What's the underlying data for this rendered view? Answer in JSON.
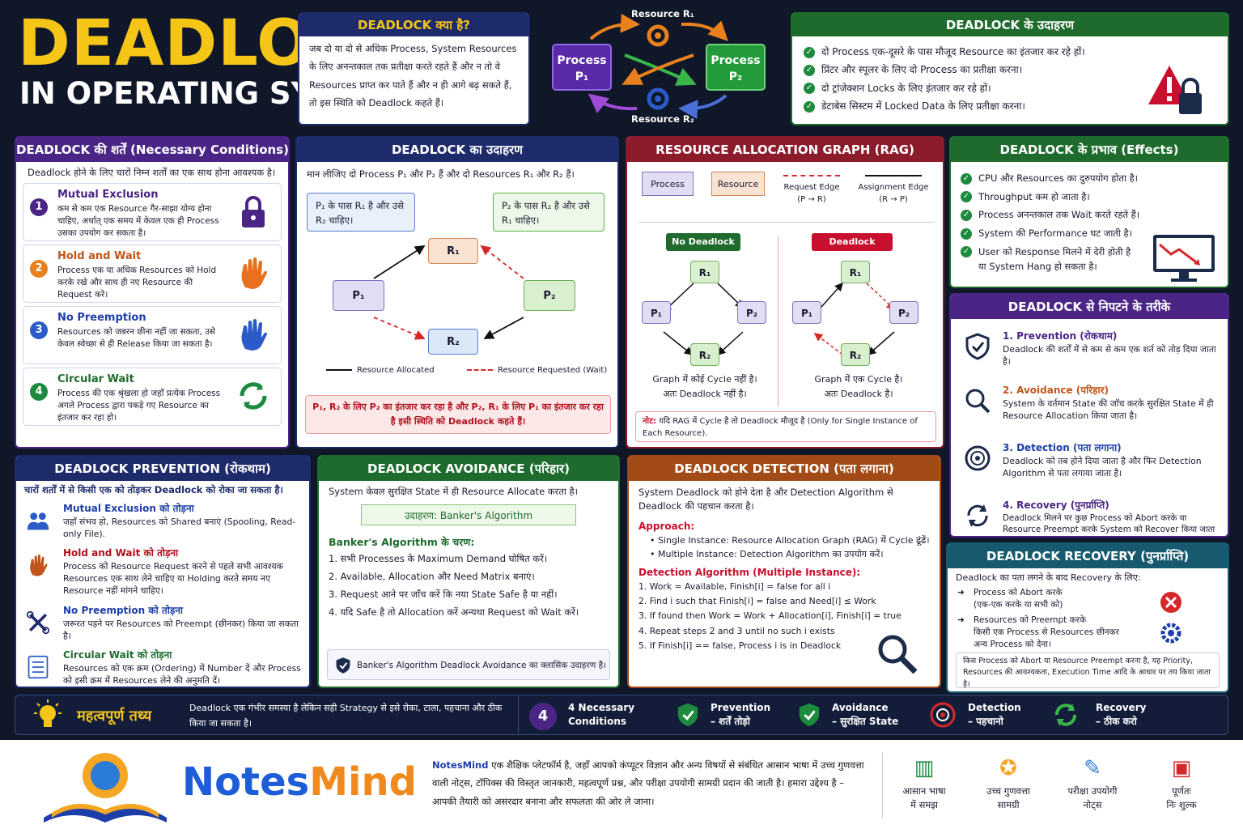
{
  "header": {
    "title": "DEADLOCK",
    "subtitle": "IN OPERATING SYSTEM"
  },
  "what": {
    "title": "DEADLOCK क्या है?",
    "text": "जब दो या दो से अधिक Process, System Resources के लिए अनन्तकाल तक प्रतीक्षा करते रहते हैं और न तो वे Resources प्राप्त कर पाते हैं और न ही आगे बढ़ सकते हैं, तो इस स्थिति को Deadlock कहते हैं।"
  },
  "diagram": {
    "r1": "Resource R₁",
    "r2": "Resource R₂",
    "p1": "Process P₁",
    "p2": "Process P₂"
  },
  "examples": {
    "title": "DEADLOCK के उदाहरण",
    "items": [
      "दो Process एक-दूसरे के पास मौजूद Resource का इंतजार कर रहे हों।",
      "प्रिंटर और स्पूलर के लिए दो Process का प्रतीक्षा करना।",
      "दो ट्रांजेक्शन Locks के लिए इंतजार कर रहे हों।",
      "डेटाबेस सिस्टम में Locked Data के लिए प्रतीक्षा करना।"
    ]
  },
  "conditions": {
    "title": "DEADLOCK की शर्तें (Necessary Conditions)",
    "intro": "Deadlock होने के लिए चारों निम्न शर्तों का एक साथ होना आवश्यक है।",
    "items": [
      {
        "n": "1",
        "t": "Mutual Exclusion",
        "d": "कम से कम एक Resource गैर-साझा योग्य होना चाहिए, अर्थात् एक समय में केवल एक ही Process उसका उपयोग कर सकता है।"
      },
      {
        "n": "2",
        "t": "Hold and Wait",
        "d": "Process एक या अधिक Resources को Hold करके रखे और साथ ही नए Resource की Request करे।"
      },
      {
        "n": "3",
        "t": "No Preemption",
        "d": "Resources को जबरन छीना नहीं जा सकता, उसे केवल स्वेच्छा से ही Release किया जा सकता है।"
      },
      {
        "n": "4",
        "t": "Circular Wait",
        "d": "Process की एक श्रृंखला हो जहाँ प्रत्येक Process अगले Process द्वारा पकड़े गए Resource का इंतजार कर रहा हो।"
      }
    ]
  },
  "example": {
    "title": "DEADLOCK का उदाहरण",
    "intro": "मान लीजिए दो Process P₁ और P₂ हैं और दो Resources R₁ और R₂ हैं।",
    "box1": "P₁ के पास R₁ है और उसे R₂ चाहिए।",
    "box2": "P₂ के पास R₂ है और उसे R₁ चाहिए।",
    "nodes": {
      "p1": "P₁",
      "p2": "P₂",
      "r1": "R₁",
      "r2": "R₂"
    },
    "legend_alloc": "Resource Allocated",
    "legend_req": "Resource Requested (Wait)",
    "note": "P₁, R₂ के लिए P₂ का इंतजार कर रहा है और P₂, R₁ के लिए P₁ का इंतजार कर रहा है इसी स्थिति को Deadlock कहते हैं।"
  },
  "rag": {
    "title": "RESOURCE ALLOCATION GRAPH (RAG)",
    "process": "Process",
    "resource": "Resource",
    "req": "Request Edge",
    "req2": "(P → R)",
    "asg": "Assignment Edge",
    "asg2": "(R → P)",
    "nodl": "No Deadlock",
    "dl": "Deadlock",
    "nodl_cap1": "Graph में कोई Cycle नहीं है।",
    "nodl_cap2": "अतः Deadlock नहीं है।",
    "dl_cap1": "Graph में एक Cycle है।",
    "dl_cap2": "अतः Deadlock है।",
    "note_label": "नोट:",
    "note": "यदि RAG में Cycle है तो Deadlock मौजूद है (Only for Single Instance of Each Resource)."
  },
  "effects": {
    "title": "DEADLOCK के प्रभाव (Effects)",
    "items": [
      "CPU और Resources का दुरुपयोग होता है।",
      "Throughput कम हो जाता है।",
      "Process अनन्तकाल तक Wait करते रहते हैं।",
      "System की Performance घट जाती है।",
      "User को Response मिलने में देरी होती है",
      "या System Hang हो सकता है।"
    ]
  },
  "handling": {
    "title": "DEADLOCK से निपटने के तरीके",
    "items": [
      {
        "t": "1. Prevention (रोकथाम)",
        "d": "Deadlock की शर्तों में से कम से कम एक शर्त को तोड़ दिया जाता है।"
      },
      {
        "t": "2. Avoidance (परिहार)",
        "d": "System के वर्तमान State की जाँच करके सुरक्षित State में ही Resource Allocation किया जाता है।"
      },
      {
        "t": "3. Detection (पता लगाना)",
        "d": "Deadlock को तब होने दिया जाता है और फिर Detection Algorithm से पता लगाया जाता है।"
      },
      {
        "t": "4. Recovery (पुनर्प्राप्ति)",
        "d": "Deadlock मिलने पर कुछ Process को Abort करके या Resource Preempt करके System को Recover किया जाता है।"
      }
    ]
  },
  "prevention": {
    "title": "DEADLOCK PREVENTION (रोकथाम)",
    "intro": "चारों शर्तों में से किसी एक को तोड़कर Deadlock को रोका जा सकता है।",
    "items": [
      {
        "t": "Mutual Exclusion को तोड़ना",
        "d": "जहाँ संभव हो, Resources को Shared बनाएं (Spooling, Read-only File)."
      },
      {
        "t": "Hold and Wait को तोड़ना",
        "d": "Process को Resource Request करने से पहले सभी आवश्यक Resources एक साथ लेने चाहिए या Holding करते समय नए Resource नहीं मांगने चाहिए।"
      },
      {
        "t": "No Preemption को तोड़ना",
        "d": "जरूरत पड़ने पर Resources को Preempt (छीनकर) किया जा सकता है।"
      },
      {
        "t": "Circular Wait को तोड़ना",
        "d": "Resources को एक क्रम (Ordering) में Number दें और Process को इसी क्रम में Resources लेने की अनुमति दें।"
      }
    ]
  },
  "avoidance": {
    "title": "DEADLOCK AVOIDANCE (परिहार)",
    "intro": "System केवल सुरक्षित State में ही Resource Allocate करता है।",
    "example": "उदाहरण: Banker's Algorithm",
    "steps_title": "Banker's Algorithm के चरण:",
    "steps": [
      "1.  सभी Processes के Maximum Demand घोषित करें।",
      "2.  Available, Allocation और Need Matrix बनाएं।",
      "3.  Request आने पर जाँच करें कि नया State Safe है या नहीं।",
      "4.  यदि Safe है तो Allocation करें अन्यथा Request को Wait करें।"
    ],
    "footer": "Banker's Algorithm Deadlock Avoidance का क्लासिक उदाहरण है।"
  },
  "detection": {
    "title": "DEADLOCK DETECTION (पता लगाना)",
    "intro": "System Deadlock को होने देता है और Detection Algorithm से Deadlock की पहचान करता है।",
    "approach": "Approach:",
    "a1": "Single Instance: Resource Allocation Graph (RAG) में Cycle ढूंढें।",
    "a2": "Multiple Instance: Detection Algorithm का उपयोग करें।",
    "algo": "Detection Algorithm (Multiple Instance):",
    "steps": [
      "1.  Work = Available, Finish[i] = false for all i",
      "2.  Find i such that Finish[i] = false and Need[i] ≤ Work",
      "3.  If found then Work = Work + Allocation[i], Finish[i] = true",
      "4.  Repeat steps 2 and 3 until no such i exists",
      "5.  If Finish[i] == false, Process i is in Deadlock"
    ]
  },
  "recovery": {
    "title": "DEADLOCK RECOVERY (पुनर्प्राप्ति)",
    "intro": "Deadlock का पता लगने के बाद Recovery के लिए:",
    "i1": "Process को Abort करके",
    "i1b": "(एक-एक करके या सभी को)",
    "i2": "Resources को Preempt करके",
    "i2b": "किसी एक Process से Resources छीनकर",
    "i2c": "अन्य Process को देना।",
    "note": "किस Process को Abort या Resource Preempt करना है, यह Priority, Resources की आवश्यकता, Execution Time आदि के आधार पर तय किया जाता है।"
  },
  "facts": {
    "label": "महत्वपूर्ण तथ्य",
    "text": "Deadlock एक गंभीर समस्या है लेकिन सही Strategy से इसे रोका, टाला, पहचाना और ठीक किया जा सकता है।",
    "n": "4",
    "c1": "4 Necessary",
    "c1b": "Conditions",
    "c2": "Prevention",
    "c2b": "– शर्तें तोड़ो",
    "c3": "Avoidance",
    "c3b": "– सुरक्षित State",
    "c4": "Detection",
    "c4b": "– पहचानो",
    "c5": "Recovery",
    "c5b": "– ठीक करो"
  },
  "footer": {
    "brand1": "Notes",
    "brand2": "Mind",
    "desc_brand": "NotesMind",
    "desc": " एक शैक्षिक प्लेटफॉर्म है, जहाँ आपको कंप्यूटर विज्ञान और अन्य विषयों से संबंधित आसान भाषा में उच्च गुणवत्ता वाली नोट्स, टॉपिक्स की विस्तृत जानकारी, महत्वपूर्ण प्रश्न, और परीक्षा उपयोगी सामग्री प्रदान की जाती है। हमारा उद्देश्य है – आपकी तैयारी को असरदार बनाना और सफलता की ओर ले जाना।",
    "f1": "आसान भाषा",
    "f1b": "में समझ",
    "f2": "उच्च गुणवत्ता",
    "f2b": "सामग्री",
    "f3": "परीक्षा उपयोगी",
    "f3b": "नोट्स",
    "f4": "पूर्णतः",
    "f4b": "निः शुल्क"
  },
  "colors": {
    "accent": "#f5c518",
    "navy": "#1d2b6b",
    "purple": "#4a2585",
    "green": "#1e6b2d",
    "maroon": "#8c1c2c",
    "orange": "#a34b16",
    "teal": "#175a70"
  }
}
